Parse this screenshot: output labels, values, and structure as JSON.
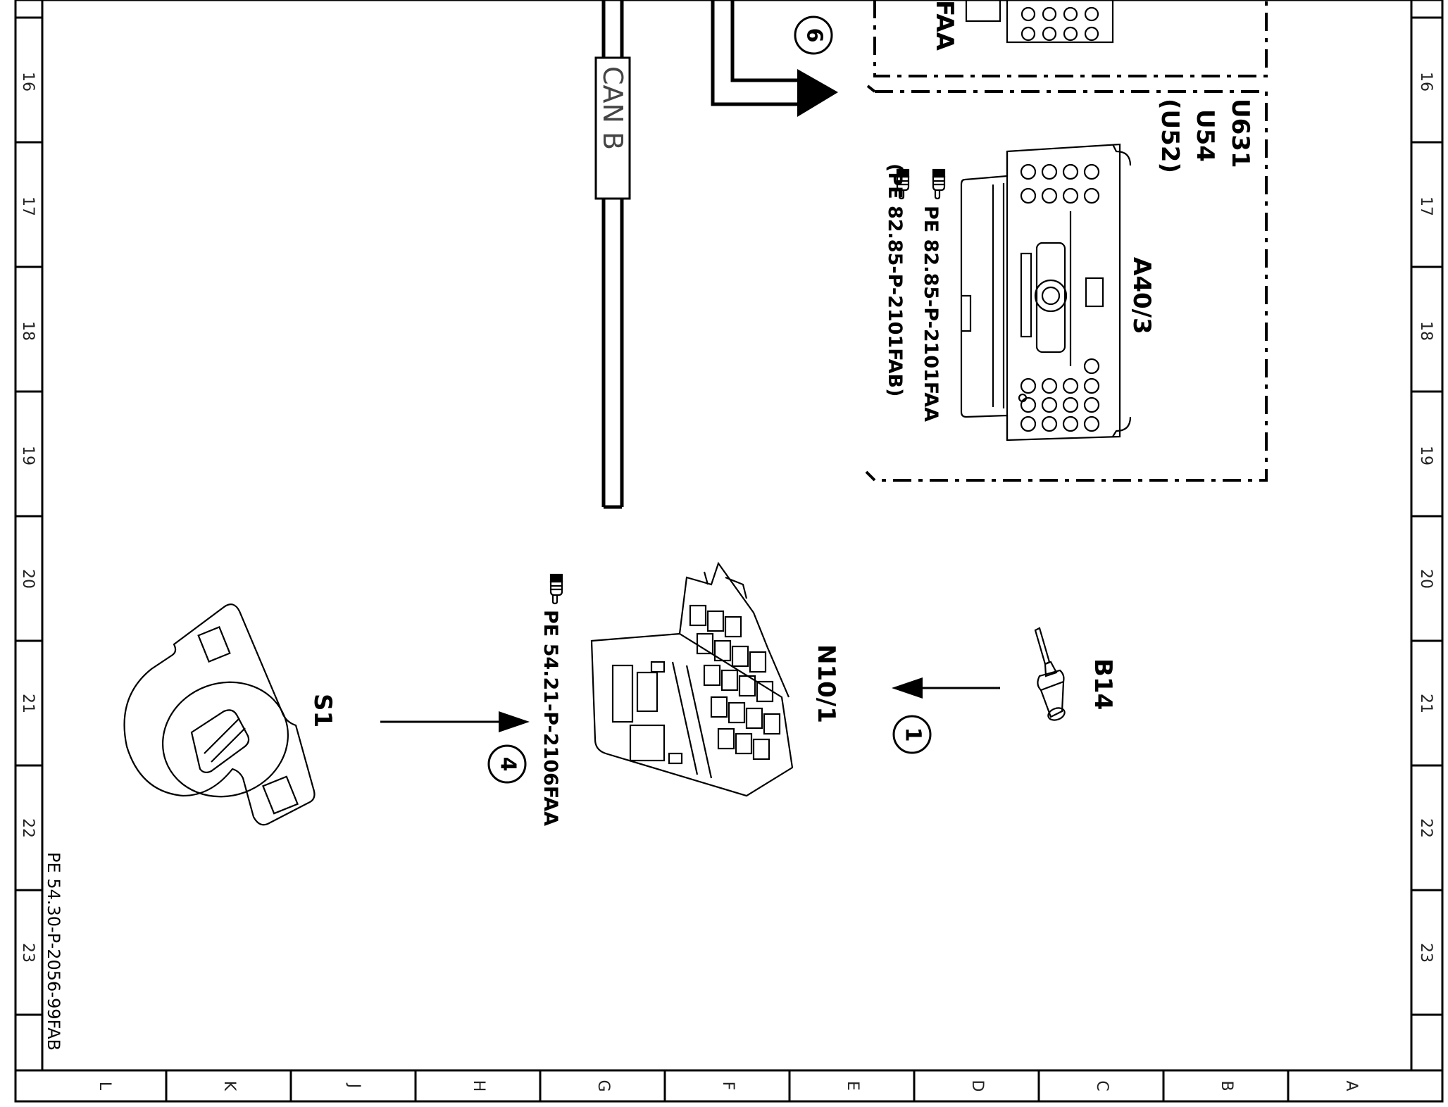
{
  "frame": {
    "left_numbers": [
      "16",
      "17",
      "18",
      "19",
      "20",
      "21",
      "22",
      "23"
    ],
    "right_numbers": [
      "16",
      "17",
      "18",
      "19",
      "20",
      "21",
      "22",
      "23"
    ],
    "bottom_letters": [
      "L",
      "K",
      "J",
      "H",
      "G",
      "F",
      "E",
      "D",
      "C",
      "B",
      "A"
    ],
    "doc_reference": "PE 54.30-P-2056-99FAB"
  },
  "bus": {
    "label": "CAN B"
  },
  "top_partial": {
    "text": "FAA",
    "callout": "6"
  },
  "module_box": {
    "codes": [
      "U631",
      "U54",
      "(U52)"
    ],
    "component": "A40/3",
    "refs": [
      "PE  82.85-P-2101FAA",
      "(PE  82.85-P-2101FAB)"
    ]
  },
  "s1": {
    "label": "S1"
  },
  "n10": {
    "label": "N10/1",
    "ref": "PE  54.21-P-2106FAA",
    "callout": "4"
  },
  "b14": {
    "label": "B14",
    "callout": "1"
  }
}
